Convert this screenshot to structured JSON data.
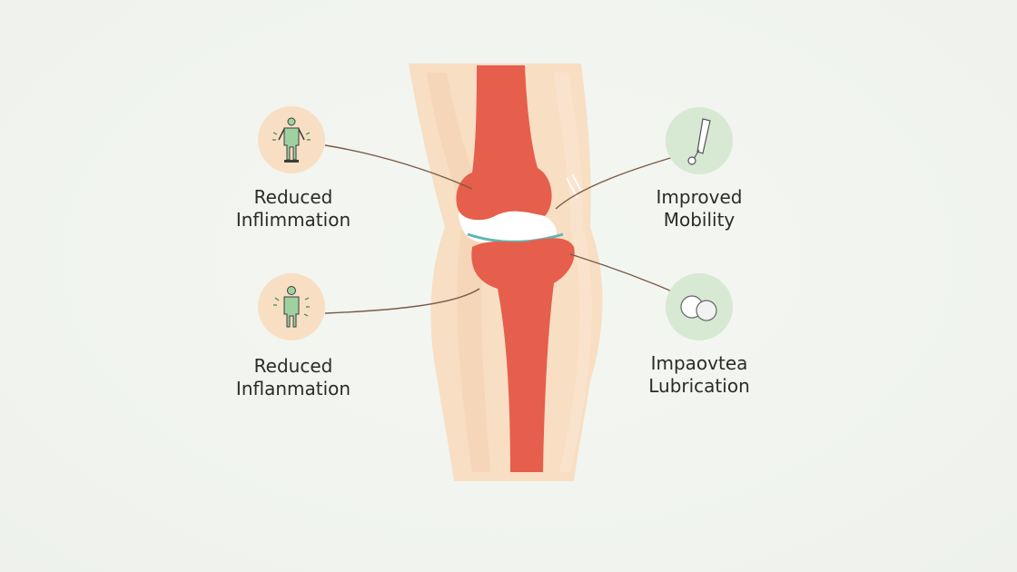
{
  "benefits": [
    {
      "line1": "Reduced",
      "line2": "Inflimmation",
      "icon": "person-relief-icon"
    },
    {
      "line1": "Improved",
      "line2": "Mobility",
      "icon": "knee-brace-icon"
    },
    {
      "line1": "Reduced",
      "line2": "Inflanmation",
      "icon": "person-swelling-icon"
    },
    {
      "line1": "Impaovtea",
      "line2": "Lubrication",
      "icon": "lubrication-drops-icon"
    }
  ],
  "colors": {
    "bone": "#e65e4c",
    "skin": "#f8dcc0",
    "cartilage": "#ffffff",
    "synovial_line": "#5fb7b1",
    "peach_circle": "#f8dfc4",
    "green_circle": "#d7e8d3",
    "leader_line": "#7a5a46"
  }
}
